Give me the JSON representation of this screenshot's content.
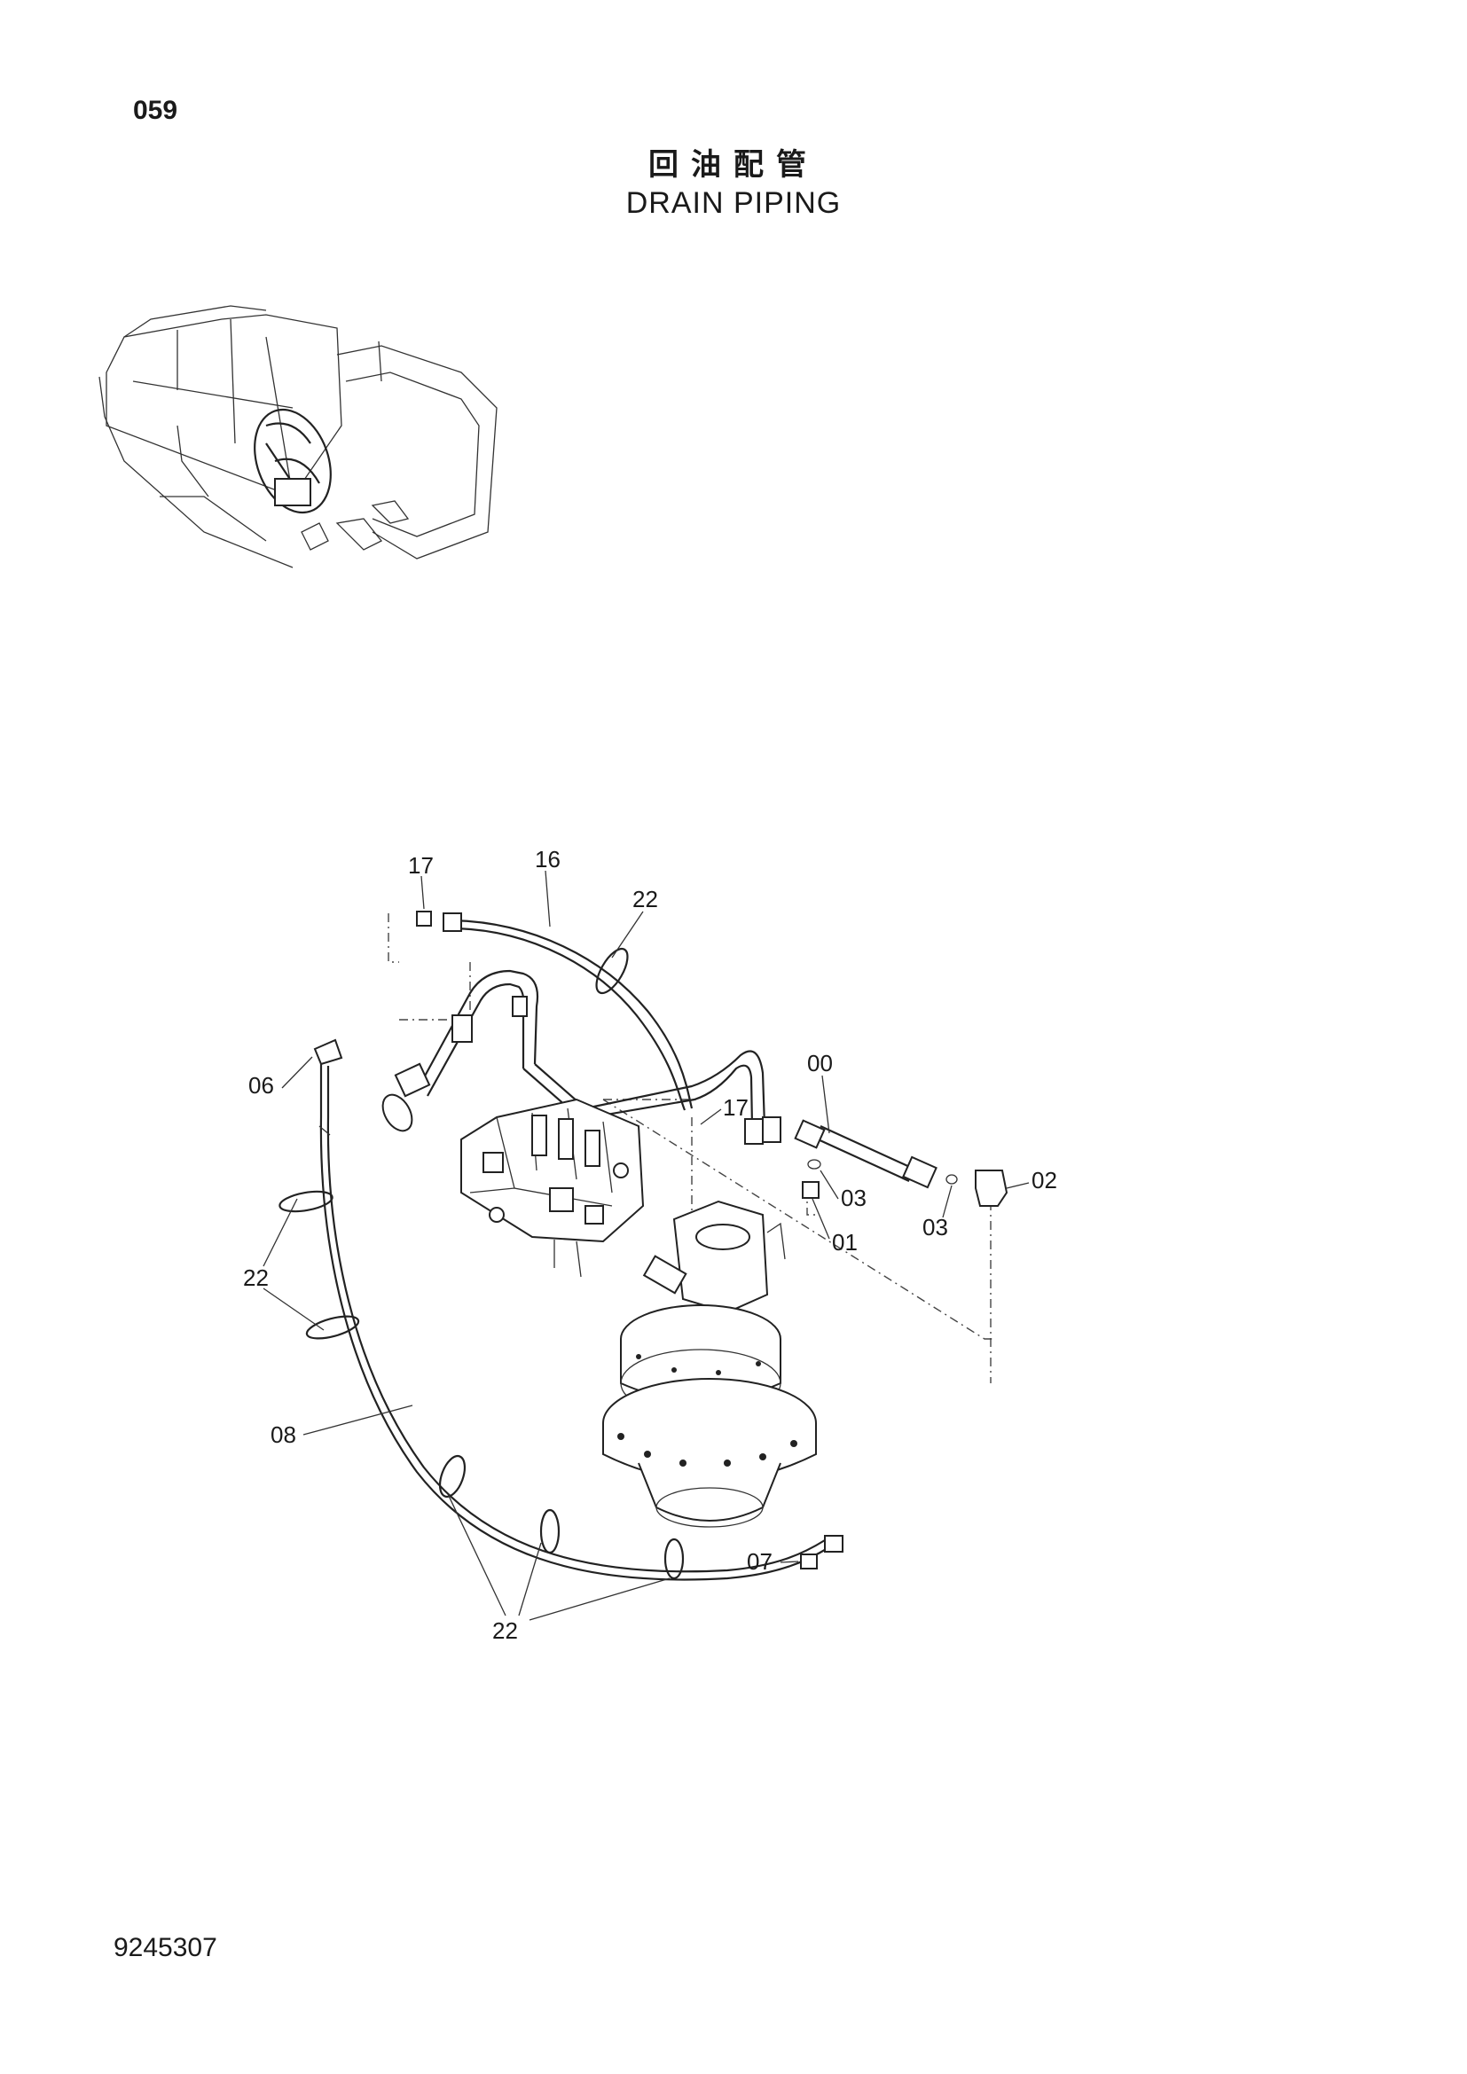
{
  "header": {
    "page_number": "059",
    "title_cn": "回油配管",
    "title_en": "DRAIN PIPING"
  },
  "footer": {
    "document_number": "9245307"
  },
  "callouts": {
    "c17a": "17",
    "c16": "16",
    "c22a": "22",
    "c06": "06",
    "c17b": "17",
    "c00": "00",
    "c02": "02",
    "c03a": "03",
    "c03b": "03",
    "c01": "01",
    "c22b": "22",
    "c08": "08",
    "c07": "07",
    "c22c": "22"
  }
}
